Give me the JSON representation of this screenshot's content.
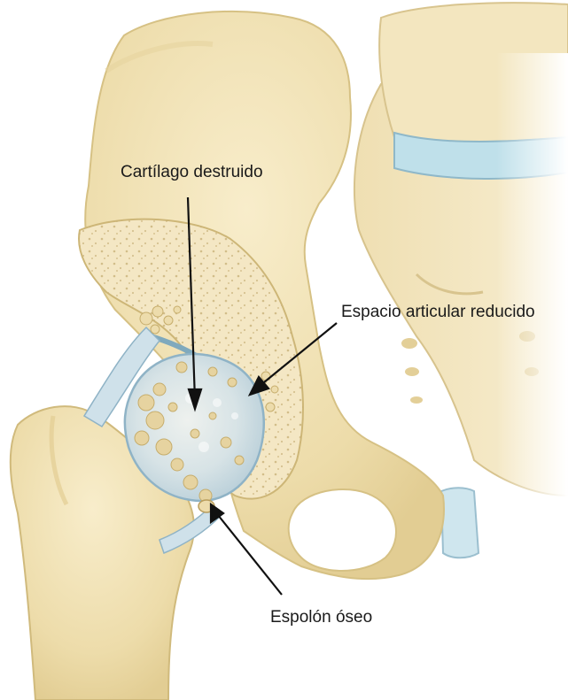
{
  "labels": {
    "cartilage": "Cartílago destruido",
    "joint_space": "Espacio articular reducido",
    "bone_spur": "Espolón óseo"
  },
  "colors": {
    "bone": "#f1e2b6",
    "bone_outline": "#d9c48a",
    "bone_shadow": "#dcc68c",
    "cancellous": "#f3e6c4",
    "cartilage": "#c9dce6",
    "cartilage_outline": "#8fb3c6",
    "disc": "#bfe0ea",
    "arrow": "#111111",
    "label_text": "#1a1a1a"
  }
}
